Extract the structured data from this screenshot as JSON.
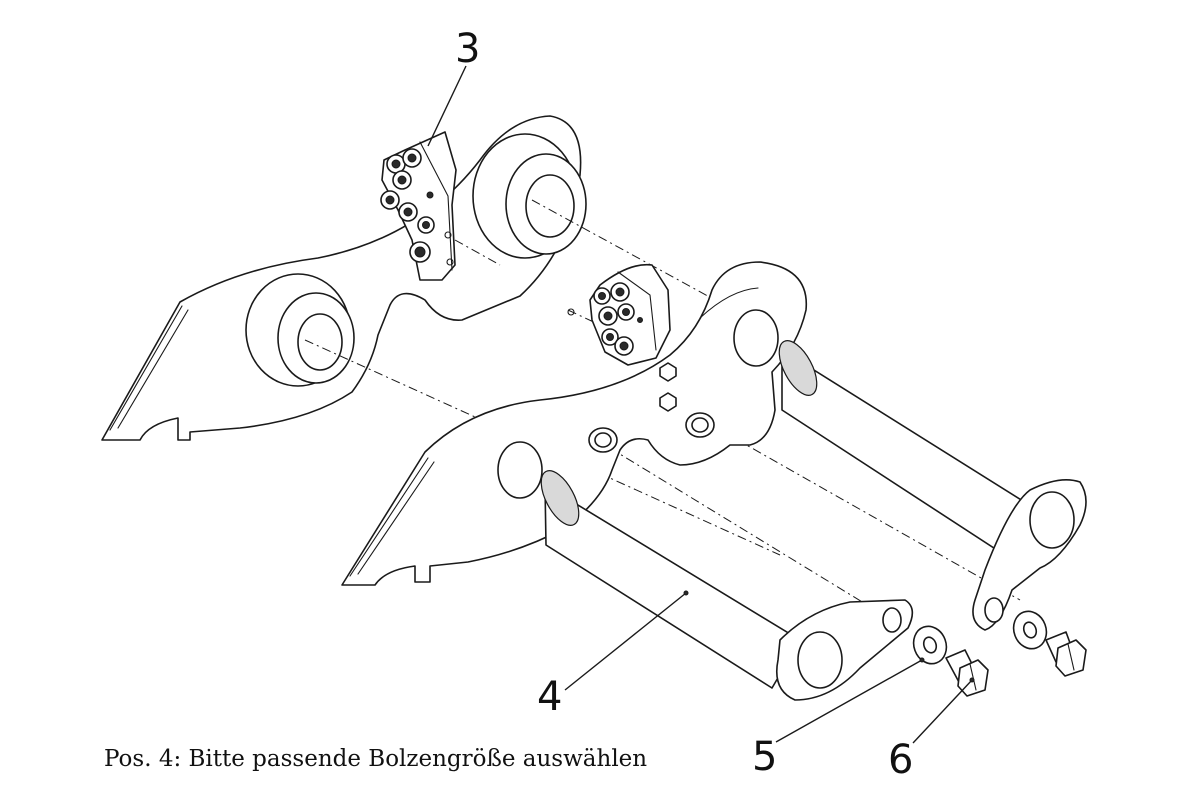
{
  "callouts": [
    {
      "id": "3",
      "label": "3"
    },
    {
      "id": "4",
      "label": "4"
    },
    {
      "id": "5",
      "label": "5"
    },
    {
      "id": "6",
      "label": "6"
    }
  ],
  "note": "Pos. 4: Bitte passende Bolzengröße auswählen"
}
